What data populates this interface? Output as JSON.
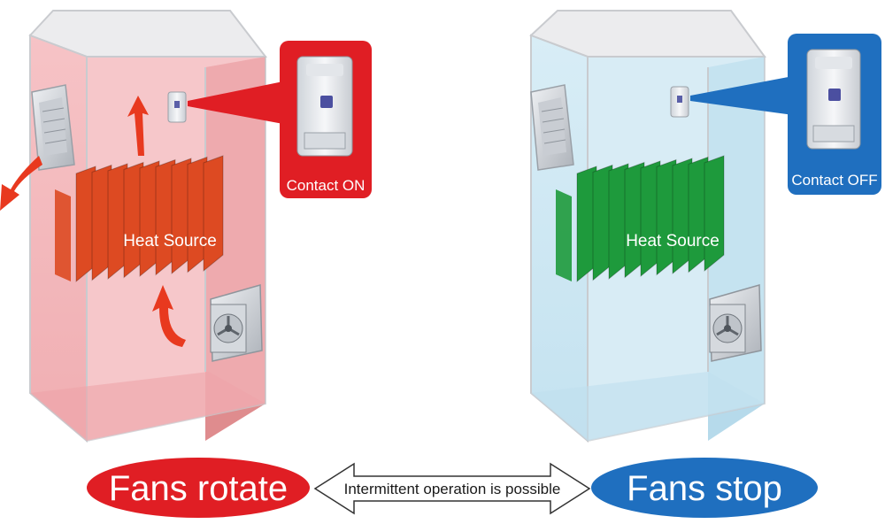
{
  "left_panel": {
    "state": "Fans rotate",
    "callout": "Contact ON",
    "heat_label": "Heat Source",
    "accent": "#e01e24",
    "fill": "#f4b2b6",
    "fin_color": "#dd4a22"
  },
  "right_panel": {
    "state": "Fans stop",
    "callout": "Contact OFF",
    "heat_label": "Heat Source",
    "accent": "#1f6fbf",
    "fill": "#cfe7f3",
    "fin_color": "#1e9a3c"
  },
  "middle_arrow_label": "Intermittent operation is possible",
  "icons": [
    "thermostat-icon",
    "fan-filter-unit-icon",
    "exhaust-filter-icon",
    "airflow-arrow-icon",
    "double-arrow-icon"
  ]
}
